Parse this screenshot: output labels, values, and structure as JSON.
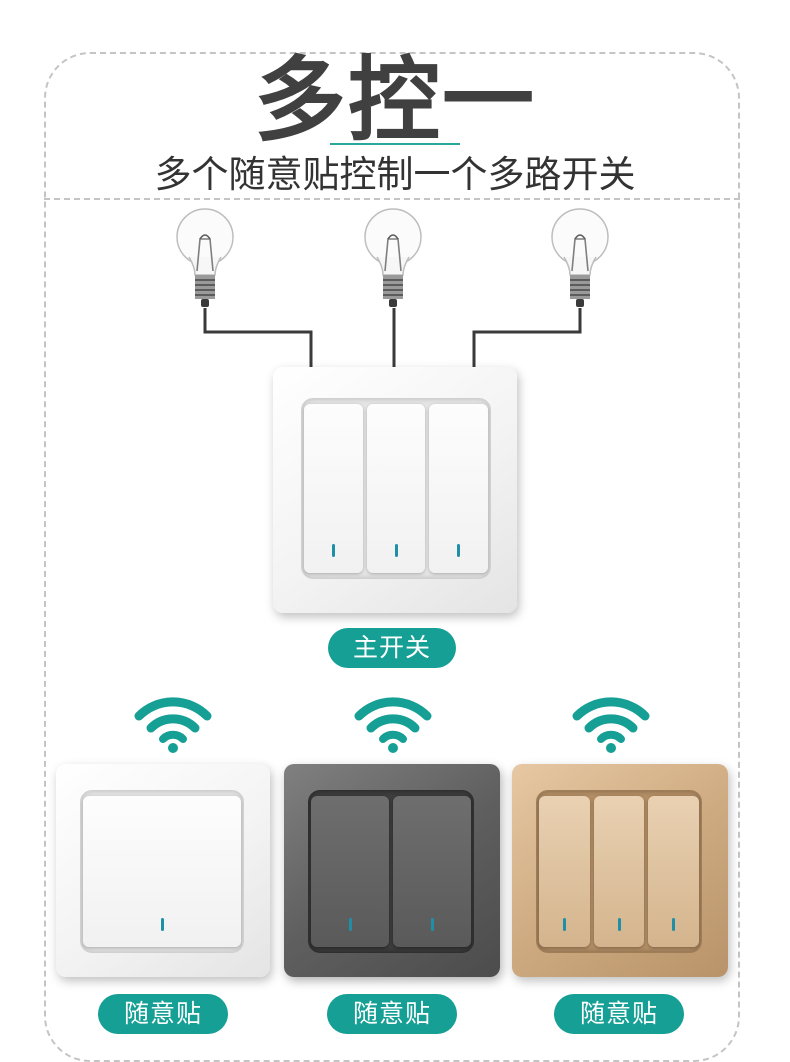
{
  "title": "多控一",
  "subtitle": "多个随意贴控制一个多路开关",
  "bulbs": [
    {
      "icon": "light-bulb-icon"
    },
    {
      "icon": "light-bulb-icon"
    },
    {
      "icon": "light-bulb-icon"
    }
  ],
  "main_switch": {
    "label": "主开关",
    "color": "white",
    "keys": 3
  },
  "remote_switches": [
    {
      "label": "随意贴",
      "color": "white",
      "keys": 1,
      "icon": "wifi-icon"
    },
    {
      "label": "随意贴",
      "color": "gray",
      "keys": 2,
      "icon": "wifi-icon"
    },
    {
      "label": "随意贴",
      "color": "gold",
      "keys": 3,
      "icon": "wifi-icon"
    }
  ],
  "colors": {
    "accent": "#169f95",
    "text": "#404040",
    "border": "#c4c4c4"
  }
}
